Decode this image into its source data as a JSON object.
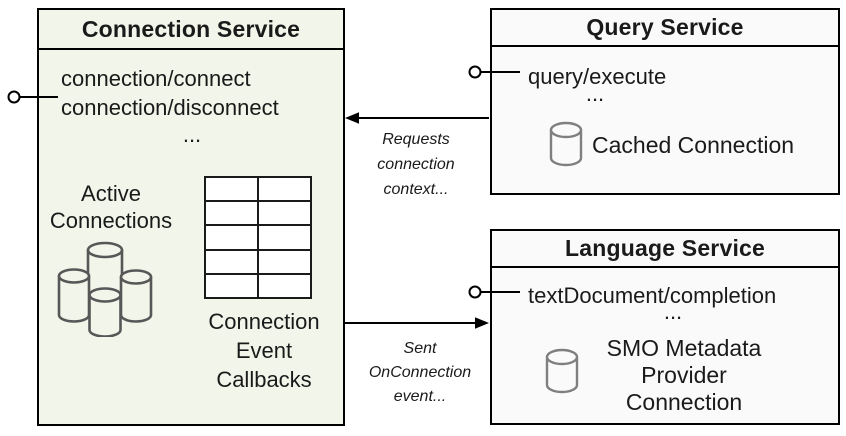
{
  "diagram": {
    "connection_service": {
      "title": "Connection Service",
      "methods": "connection/connect\nconnection/disconnect",
      "ellipsis": "...",
      "active_connections_label": "Active\nConnections",
      "callbacks_label": "Connection\nEvent\nCallbacks",
      "table": {
        "rows": 5,
        "cols": 2
      }
    },
    "query_service": {
      "title": "Query Service",
      "method": "query/execute",
      "ellipsis": "...",
      "cached_connection_label": "Cached Connection"
    },
    "language_service": {
      "title": "Language Service",
      "method": "textDocument/completion",
      "ellipsis": "...",
      "smo_label": "SMO Metadata\nProvider Connection"
    },
    "arrows": {
      "requests_label": "Requests\nconnection\ncontext...",
      "sent_label": "Sent\nOnConnection\nevent..."
    },
    "icons": {
      "active_connections": "database-cluster-icon",
      "cached_connection": "database-icon",
      "smo_connection": "database-icon",
      "interface_connector": "lollipop-connector-icon"
    },
    "colors": {
      "connection_box_fill": "#f2f5ea",
      "service_box_fill": "#fafafa",
      "border": "#000000",
      "cylinder_stroke_dark": "#575757",
      "cylinder_stroke_gray": "#7f7f7f",
      "text": "#1a1a1a"
    }
  }
}
